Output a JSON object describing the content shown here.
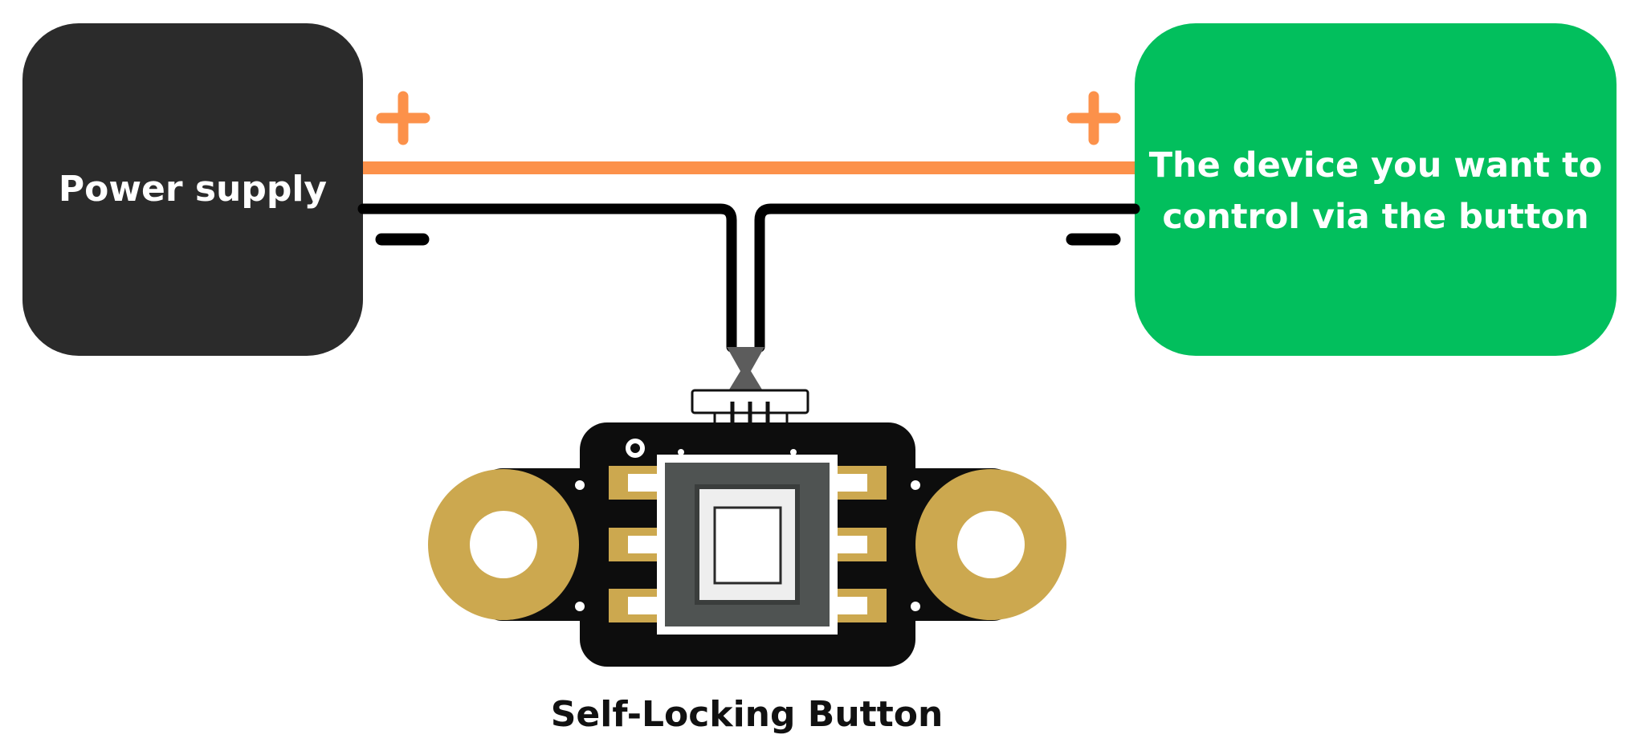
{
  "power_supply": {
    "label": "Power supply"
  },
  "device": {
    "label_line1": "The device you want to",
    "label_line2": "control via the button"
  },
  "button": {
    "caption": "Self-Locking Button"
  },
  "colors": {
    "power_supply_fill": "#2b2b2b",
    "device_fill": "#02bf5d",
    "positive_wire": "#fc914a",
    "negative_wire": "#000000",
    "pcb_black": "#0d0d0d",
    "pad_gold": "#cca84f",
    "switch_gray": "#4f5352"
  },
  "icons": {
    "positive": "plus-icon",
    "negative": "minus-icon"
  }
}
